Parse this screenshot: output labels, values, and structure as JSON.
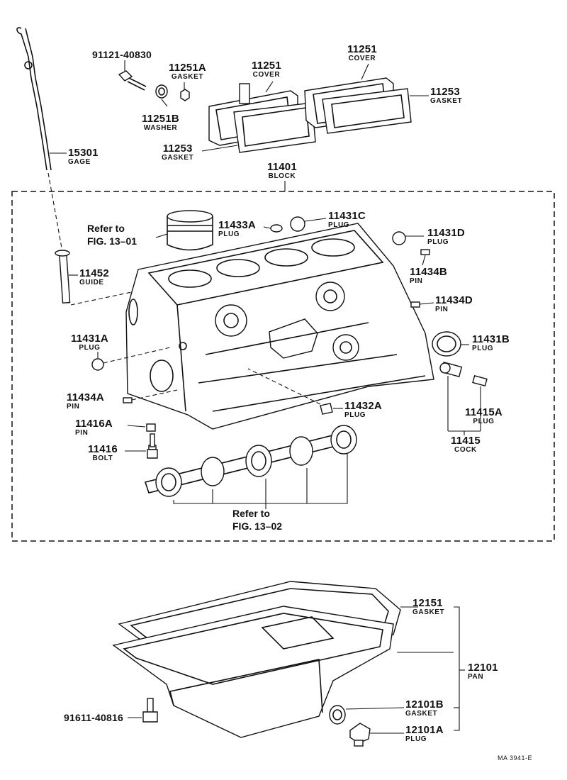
{
  "parts": {
    "p91121": {
      "number": "91121-40830"
    },
    "p11251A": {
      "number": "11251A",
      "name": "GASKET"
    },
    "p11251B": {
      "number": "11251B",
      "name": "WASHER"
    },
    "p11251_1": {
      "number": "11251",
      "name": "COVER"
    },
    "p11251_2": {
      "number": "11251",
      "name": "COVER"
    },
    "p11253_1": {
      "number": "11253",
      "name": "GASKET"
    },
    "p11253_2": {
      "number": "11253",
      "name": "GASKET"
    },
    "p15301": {
      "number": "15301",
      "name": "GAGE"
    },
    "p11401": {
      "number": "11401",
      "name": "BLOCK"
    },
    "p11433A": {
      "number": "11433A",
      "name": "PLUG"
    },
    "p11431C": {
      "number": "11431C",
      "name": "PLUG"
    },
    "p11431D": {
      "number": "11431D",
      "name": "PLUG"
    },
    "p11434B": {
      "number": "11434B",
      "name": "PIN"
    },
    "p11434D": {
      "number": "11434D",
      "name": "PIN"
    },
    "p11452": {
      "number": "11452",
      "name": "GUIDE"
    },
    "p11431A": {
      "number": "11431A",
      "name": "PLUG"
    },
    "p11431B": {
      "number": "11431B",
      "name": "PLUG"
    },
    "p11434A": {
      "number": "11434A",
      "name": "PIN"
    },
    "p11432A": {
      "number": "11432A",
      "name": "PLUG"
    },
    "p11415A": {
      "number": "11415A",
      "name": "PLUG"
    },
    "p11415": {
      "number": "11415",
      "name": "COCK"
    },
    "p11416A": {
      "number": "11416A",
      "name": "PIN"
    },
    "p11416": {
      "number": "11416",
      "name": "BOLT"
    },
    "p12151": {
      "number": "12151",
      "name": "GASKET"
    },
    "p12101": {
      "number": "12101",
      "name": "PAN"
    },
    "p12101B": {
      "number": "12101B",
      "name": "GASKET"
    },
    "p12101A": {
      "number": "12101A",
      "name": "PLUG"
    },
    "p91611": {
      "number": "91611-40816"
    }
  },
  "refs": {
    "fig1301": {
      "line1": "Refer to",
      "line2": "FIG. 13–01"
    },
    "fig1302": {
      "line1": "Refer to",
      "line2": "FIG. 13–02"
    }
  },
  "footer": {
    "code": "MA  3941-E"
  }
}
